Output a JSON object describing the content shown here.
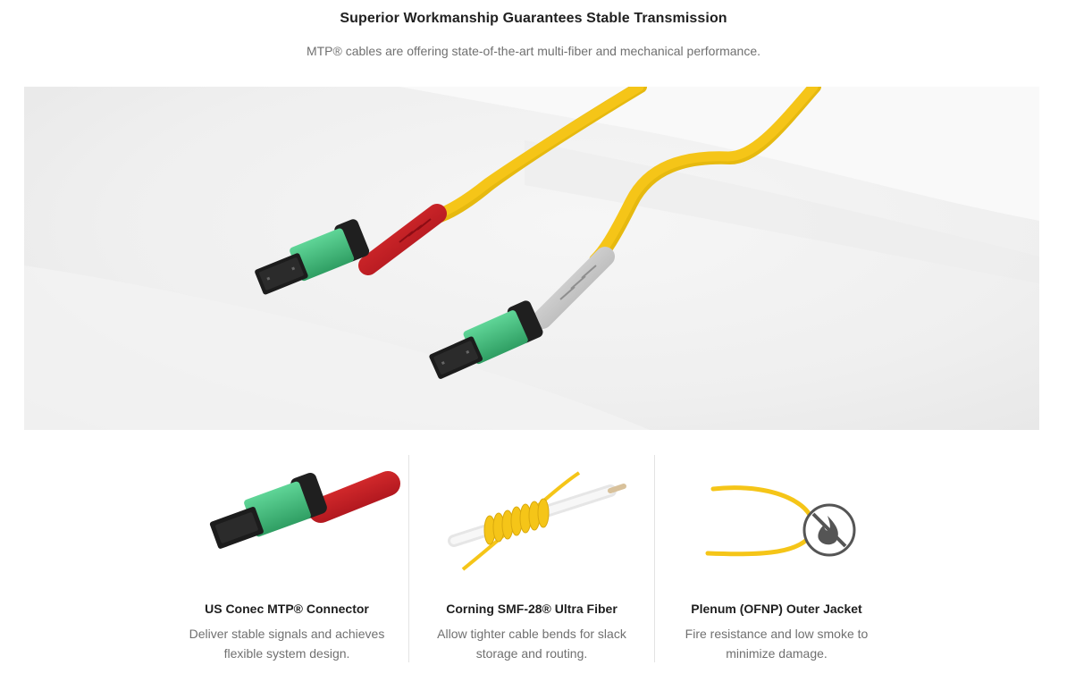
{
  "header": {
    "title": "Superior Workmanship Guarantees Stable Transmission",
    "subtitle": "MTP® cables are offering state-of-the-art multi-fiber and mechanical performance."
  },
  "hero": {
    "image": "mtp-fiber-patch-cables-photo",
    "colors": {
      "fiber": "#f5c518",
      "boot_red": "#c0161f",
      "boot_gray": "#c9c9c9",
      "connector_green": "#3fbf7f",
      "connector_black": "#1c1c1c"
    }
  },
  "features": [
    {
      "title": "US Conec MTP® Connector",
      "description": "Deliver stable signals and achieves flexible system design.",
      "icon": "mtp-connector-image"
    },
    {
      "title": "Corning SMF-28® Ultra Fiber",
      "description": "Allow tighter cable bends for slack storage and routing.",
      "icon": "fiber-coil-pencil-image"
    },
    {
      "title": "Plenum (OFNP) Outer Jacket",
      "description": "Fire resistance and low smoke to minimize damage.",
      "icon": "no-fire-icon"
    }
  ]
}
